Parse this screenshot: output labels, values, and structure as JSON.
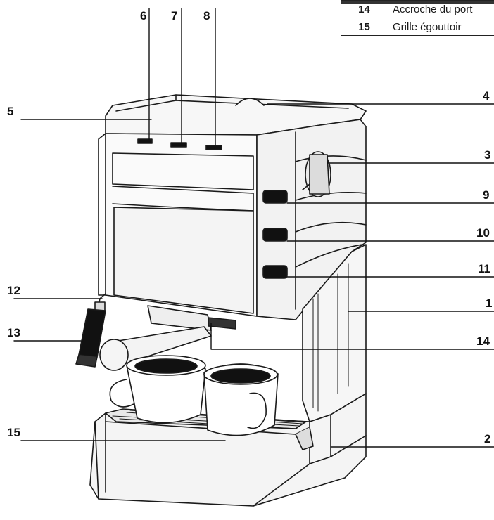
{
  "legend": {
    "rows": [
      {
        "num": "14",
        "text": "Accroche du port"
      },
      {
        "num": "15",
        "text": "Grille égouttoir"
      }
    ]
  },
  "callouts": [
    {
      "id": "1",
      "label": "1"
    },
    {
      "id": "2",
      "label": "2"
    },
    {
      "id": "3",
      "label": "3"
    },
    {
      "id": "4",
      "label": "4"
    },
    {
      "id": "5",
      "label": "5"
    },
    {
      "id": "6",
      "label": "6"
    },
    {
      "id": "7",
      "label": "7"
    },
    {
      "id": "8",
      "label": "8"
    },
    {
      "id": "9",
      "label": "9"
    },
    {
      "id": "10",
      "label": "10"
    },
    {
      "id": "11",
      "label": "11"
    },
    {
      "id": "12",
      "label": "12"
    },
    {
      "id": "13",
      "label": "13"
    },
    {
      "id": "14",
      "label": "14"
    },
    {
      "id": "15",
      "label": "15"
    }
  ]
}
